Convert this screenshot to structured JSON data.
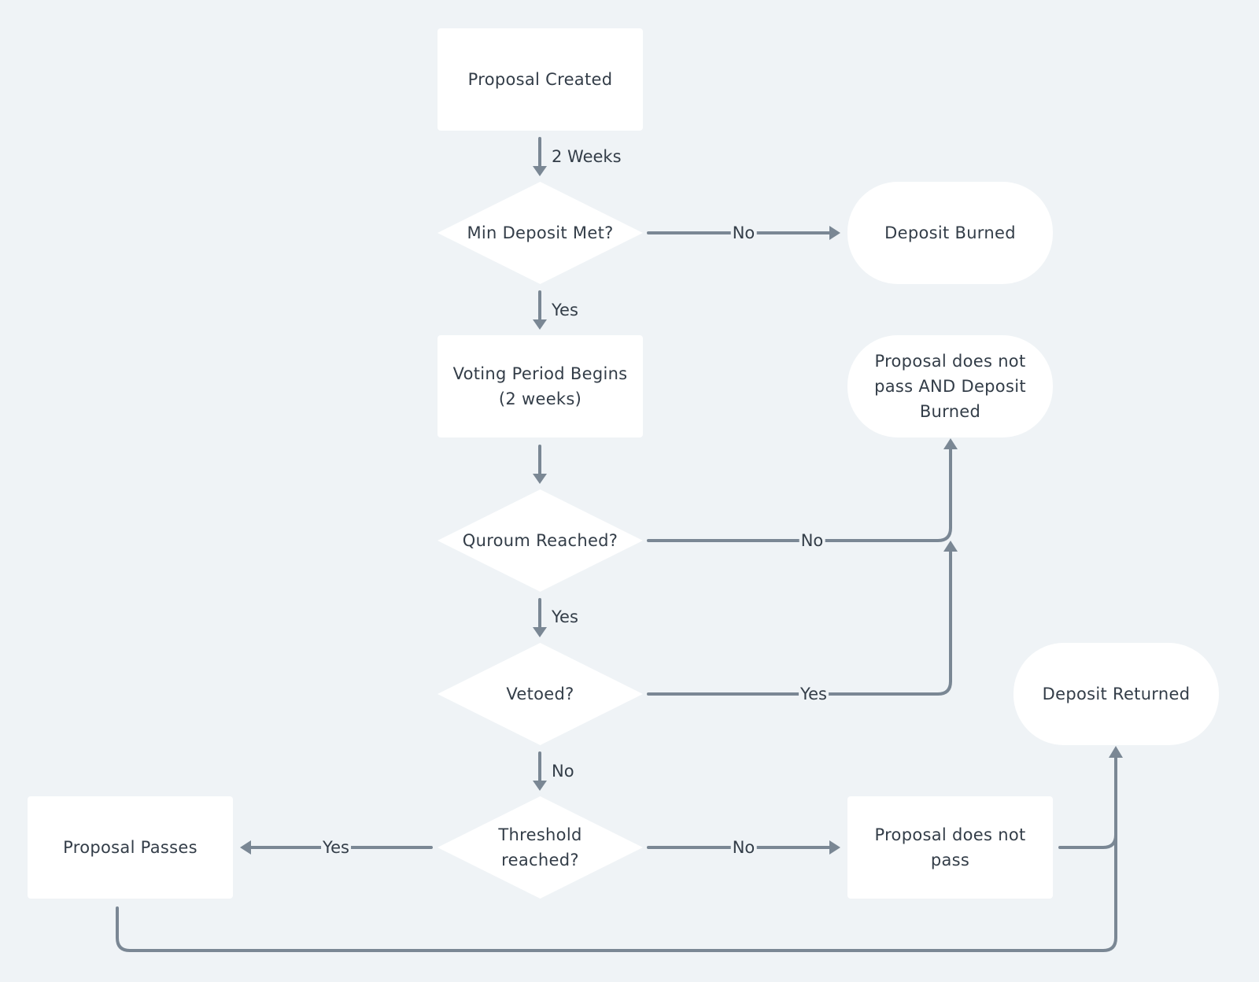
{
  "nodes": {
    "proposal_created": "Proposal Created",
    "min_deposit": "Min Deposit Met?",
    "deposit_burned": "Deposit Burned",
    "voting_period": "Voting Period Begins\n(2 weeks)",
    "not_pass_burned": "Proposal does not\npass AND Deposit\nBurned",
    "quorum": "Quroum Reached?",
    "vetoed": "Vetoed?",
    "deposit_returned": "Deposit Returned",
    "threshold": "Threshold\nreached?",
    "proposal_passes": "Proposal Passes",
    "does_not_pass": "Proposal does not\npass"
  },
  "edge_labels": {
    "created_to_deposit": "2 Weeks",
    "deposit_no": "No",
    "deposit_yes": "Yes",
    "quorum_no": "No",
    "quorum_yes": "Yes",
    "vetoed_yes": "Yes",
    "vetoed_no": "No",
    "threshold_yes": "Yes",
    "threshold_no": "No"
  },
  "colors": {
    "background": "#eff3f6",
    "node_fill": "#ffffff",
    "edge": "#7a8794",
    "text": "#333d48"
  }
}
